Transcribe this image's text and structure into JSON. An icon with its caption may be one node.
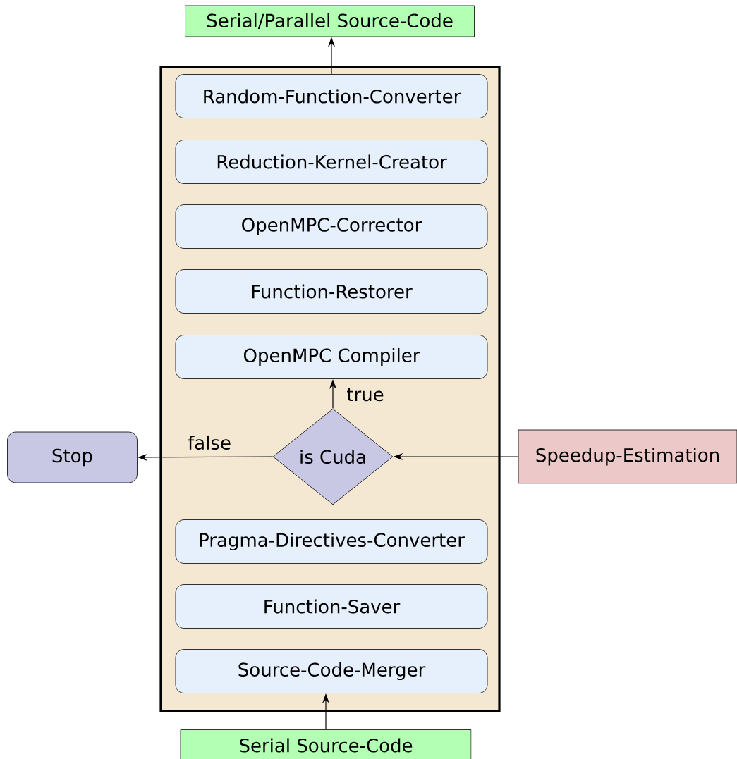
{
  "diagram": {
    "nodes": [
      {
        "text": [
          "Serial/Parallel Source-Code"
        ]
      },
      {
        "text": [],
        "shape": "box"
      },
      {
        "text": [
          "Random-Function-Converter"
        ],
        "in": 1
      },
      {
        "text": [
          "Reduction-Kernel-Creator"
        ],
        "in": 1
      },
      {
        "text": [
          "OpenMPC-Corrector"
        ],
        "in": 1
      },
      {
        "text": [
          "Function-Restorer"
        ],
        "in": 1
      },
      {
        "text": [
          "OpenMPC Compiler"
        ],
        "in": 1
      },
      {
        "text": [
          "Stop"
        ]
      },
      {
        "text": [
          "is Cuda"
        ],
        "in": 1
      },
      {
        "text": [
          "Speedup-Estimation"
        ]
      },
      {
        "text": [
          "Pragma-Directives-Converter"
        ],
        "in": 1
      },
      {
        "text": [
          "Function-Saver"
        ],
        "in": 1
      },
      {
        "text": [
          "Source-Code-Merger"
        ],
        "in": 1
      },
      {
        "text": [
          "Serial Source-Code"
        ]
      }
    ],
    "edges": [
      {
        "from": 2,
        "to": 0,
        "arrow": "to"
      },
      {
        "from": 8,
        "to": 6,
        "arrow": "to",
        "label": "true"
      },
      {
        "from": 8,
        "to": 7,
        "arrow": "to",
        "label": "false"
      },
      {
        "from": 9,
        "to": 8,
        "arrow": "to"
      },
      {
        "from": 13,
        "to": 12,
        "arrow": "to"
      }
    ]
  }
}
